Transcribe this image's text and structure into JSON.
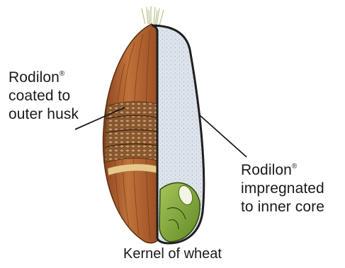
{
  "labels": {
    "outer": {
      "line1_brand": "Rodilon",
      "line1_mark": "®",
      "line2": "coated to",
      "line3": "outer husk"
    },
    "inner": {
      "line1_brand": "Rodilon",
      "line1_mark": "®",
      "line2": "impregnated",
      "line3": "to inner core"
    }
  },
  "caption": "Kernel of wheat",
  "colors": {
    "husk": "#b0622e",
    "husk_dark": "#7a3a18",
    "endosperm": "#dde3ea",
    "germ": "#7fa43a",
    "bristles": "#b8c08a",
    "leader_line": "#1a1a1a"
  }
}
